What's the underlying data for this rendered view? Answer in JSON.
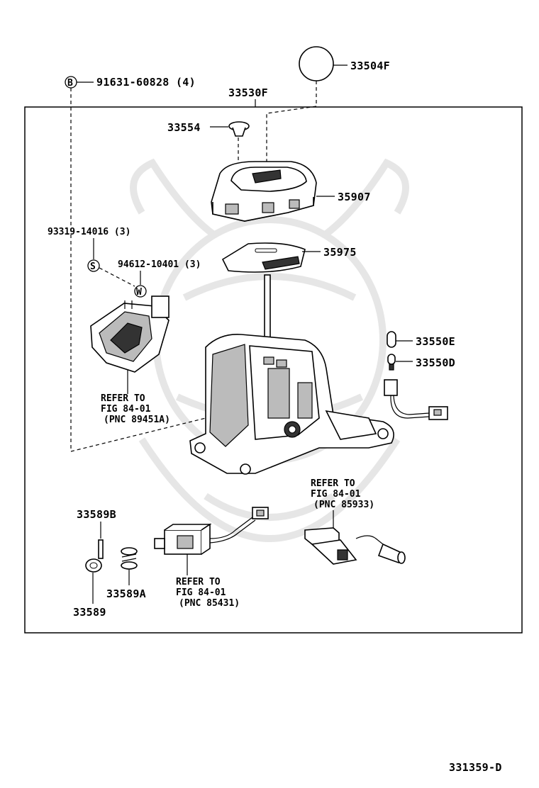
{
  "figure_number": "331359-D",
  "callouts": {
    "knob": "33504F",
    "assembly": "33530F",
    "bolt": "91631-60828 (4)",
    "bolt_mark": "B",
    "pin": "33554",
    "housing": "35907",
    "indicator_plate": "35975",
    "screw": "93319-14016 (3)",
    "screw_mark": "S",
    "washer": "94612-10401 (3)",
    "washer_mark": "W",
    "bulb_cap": "33550E",
    "bulb": "33550D",
    "pin_b": "33589B",
    "spring": "33589A",
    "clip": "33589"
  },
  "references": {
    "switch_left": {
      "line1": "REFER TO",
      "line2": "FIG 84-01",
      "line3": "(PNC 89451A)"
    },
    "solenoid": {
      "line1": "REFER TO",
      "line2": "FIG 84-01",
      "line3": "(PNC 85431)"
    },
    "sensor": {
      "line1": "REFER TO",
      "line2": "FIG 84-01",
      "line3": "(PNC 85933)"
    }
  }
}
